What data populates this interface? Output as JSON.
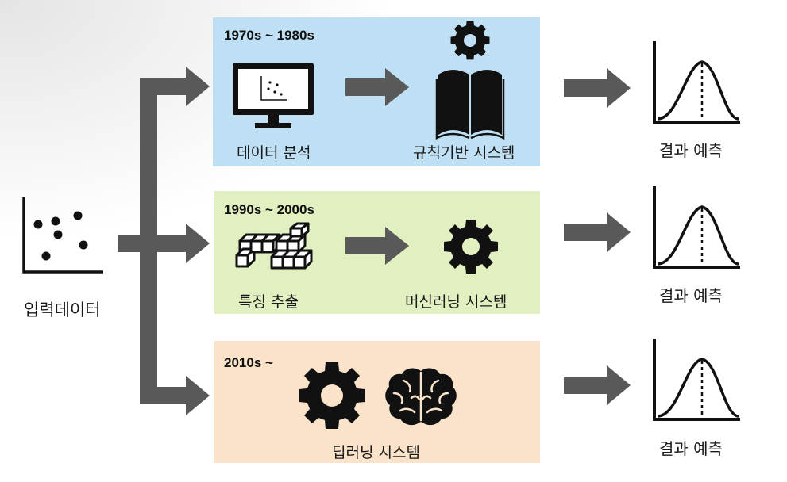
{
  "input": {
    "label": "입력데이터"
  },
  "panels": [
    {
      "era": "1970s ~ 1980s",
      "method_label": "데이터 분석",
      "system_label": "규칙기반 시스템",
      "color": "#bfe0f4",
      "icons": [
        "monitor-scatter-icon",
        "book-gear-icon"
      ]
    },
    {
      "era": "1990s ~ 2000s",
      "method_label": "특징 추출",
      "system_label": "머신러닝 시스템",
      "color": "#e2efc0",
      "icons": [
        "feature-blocks-icon",
        "gear-icon"
      ]
    },
    {
      "era": "2010s ~",
      "system_label": "딥러닝 시스템",
      "color": "#fbe3c9",
      "icons": [
        "gear-icon",
        "brain-icon"
      ]
    }
  ],
  "results": [
    {
      "label": "결과 예측",
      "icon": "bell-curve-icon"
    },
    {
      "label": "결과 예측",
      "icon": "bell-curve-icon"
    },
    {
      "label": "결과 예측",
      "icon": "bell-curve-icon"
    }
  ],
  "colors": {
    "arrow": "#595959",
    "ink": "#111111"
  }
}
